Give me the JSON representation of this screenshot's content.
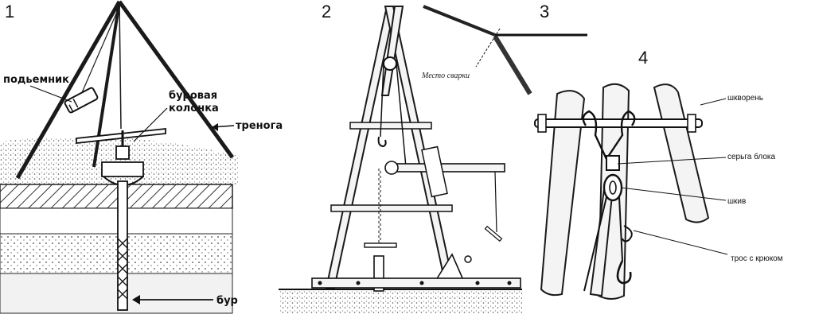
{
  "panels": {
    "p1": {
      "number": "1",
      "labels": {
        "lifter": "подьемник",
        "drill_column_1": "буровая",
        "drill_column_2": "колонка",
        "tripod": "тренога",
        "drill": "бур"
      }
    },
    "p2": {
      "number": "2"
    },
    "p3": {
      "number": "3",
      "labels": {
        "joint": "Место сварки"
      }
    },
    "p4": {
      "number": "4",
      "labels": {
        "pin": "шкворень",
        "block_shackle": "серьга блока",
        "sheave": "шкив",
        "hook_rope": "трос с крюком"
      }
    }
  }
}
